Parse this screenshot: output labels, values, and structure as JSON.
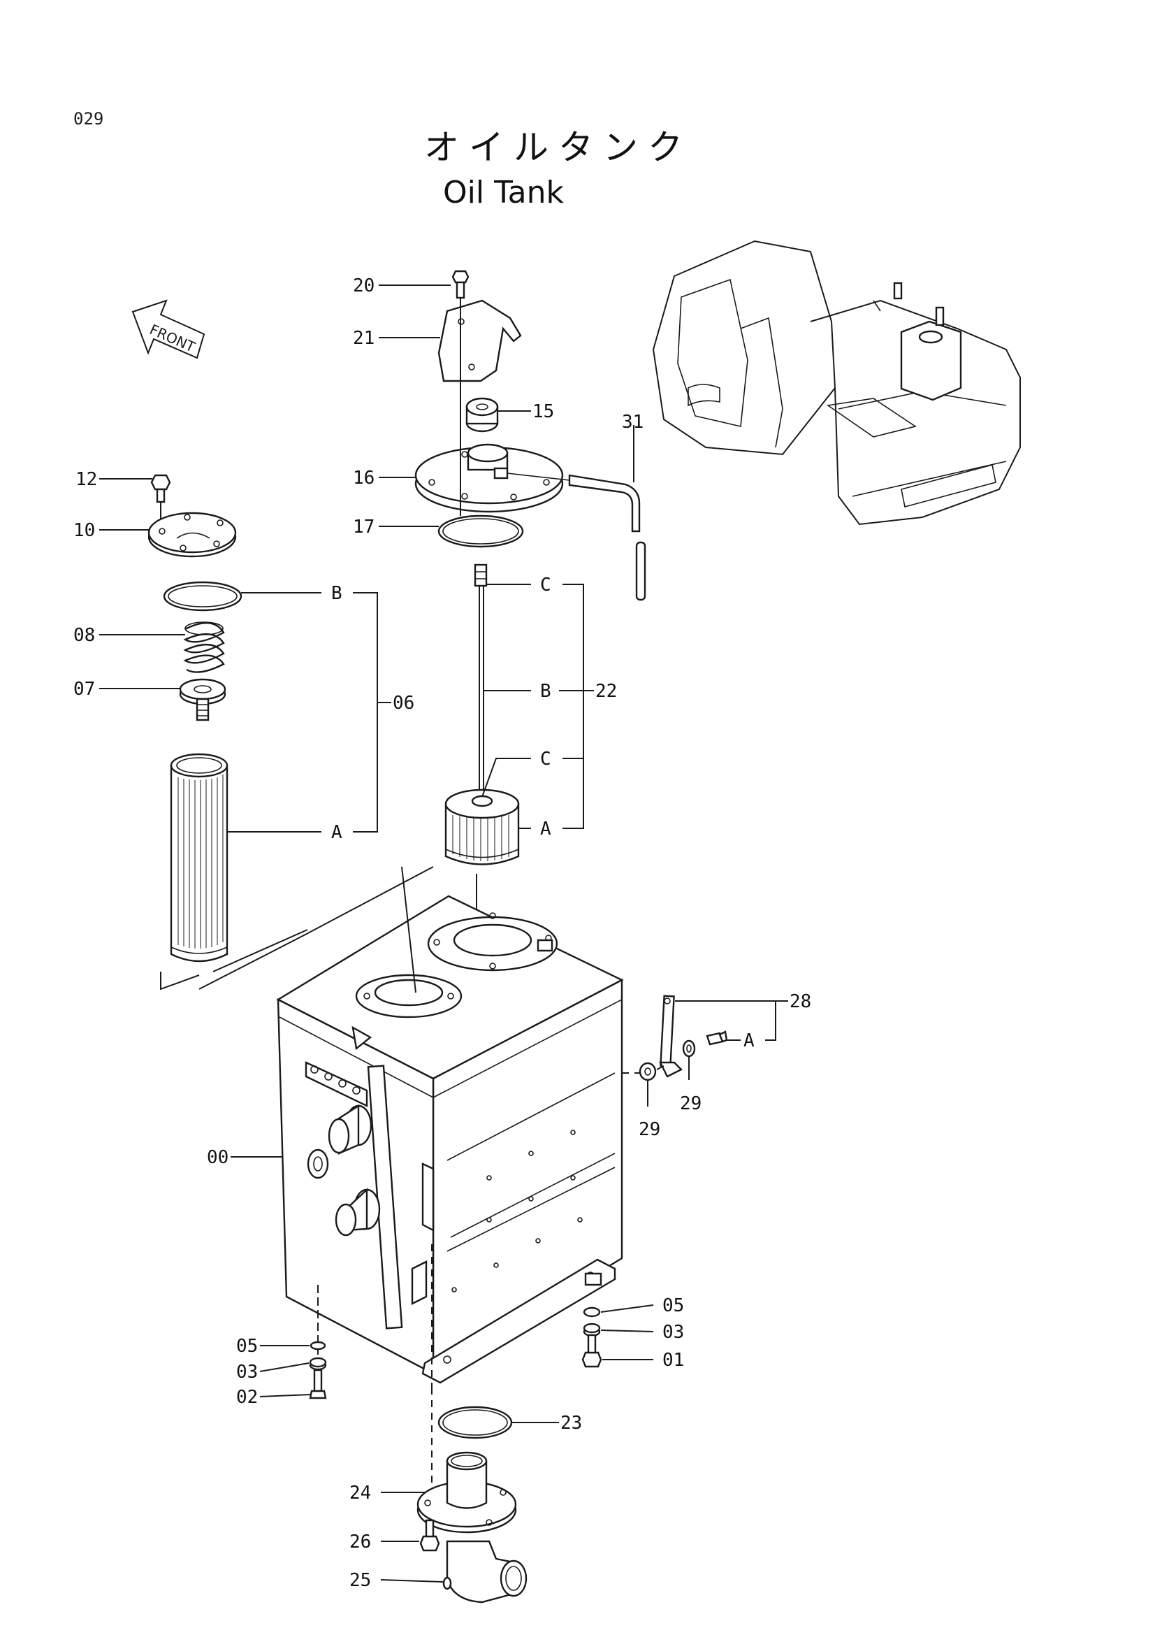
{
  "page_number": "029",
  "title_jp": "オイルタンク",
  "title_en": "Oil Tank",
  "front_label": "FRONT",
  "callouts": [
    {
      "id": "c20",
      "label": "20"
    },
    {
      "id": "c21",
      "label": "21"
    },
    {
      "id": "c15",
      "label": "15"
    },
    {
      "id": "c31",
      "label": "31"
    },
    {
      "id": "c16",
      "label": "16"
    },
    {
      "id": "c17",
      "label": "17"
    },
    {
      "id": "c12",
      "label": "12"
    },
    {
      "id": "c10",
      "label": "10"
    },
    {
      "id": "c08",
      "label": "08"
    },
    {
      "id": "c07",
      "label": "07"
    },
    {
      "id": "c06",
      "label": "06"
    },
    {
      "id": "c22",
      "label": "22"
    },
    {
      "id": "c28",
      "label": "28"
    },
    {
      "id": "c29a",
      "label": "29"
    },
    {
      "id": "c29b",
      "label": "29"
    },
    {
      "id": "c00",
      "label": "00"
    },
    {
      "id": "c05l",
      "label": "05"
    },
    {
      "id": "c03l",
      "label": "03"
    },
    {
      "id": "c02",
      "label": "02"
    },
    {
      "id": "c05r",
      "label": "05"
    },
    {
      "id": "c03r",
      "label": "03"
    },
    {
      "id": "c01",
      "label": "01"
    },
    {
      "id": "c23",
      "label": "23"
    },
    {
      "id": "c24",
      "label": "24"
    },
    {
      "id": "c26",
      "label": "26"
    },
    {
      "id": "c25",
      "label": "25"
    }
  ],
  "letters": [
    {
      "id": "l06B",
      "label": "B"
    },
    {
      "id": "l06A",
      "label": "A"
    },
    {
      "id": "l22C1",
      "label": "C"
    },
    {
      "id": "l22B",
      "label": "B"
    },
    {
      "id": "l22C2",
      "label": "C"
    },
    {
      "id": "l22A",
      "label": "A"
    },
    {
      "id": "l28A",
      "label": "A"
    }
  ]
}
